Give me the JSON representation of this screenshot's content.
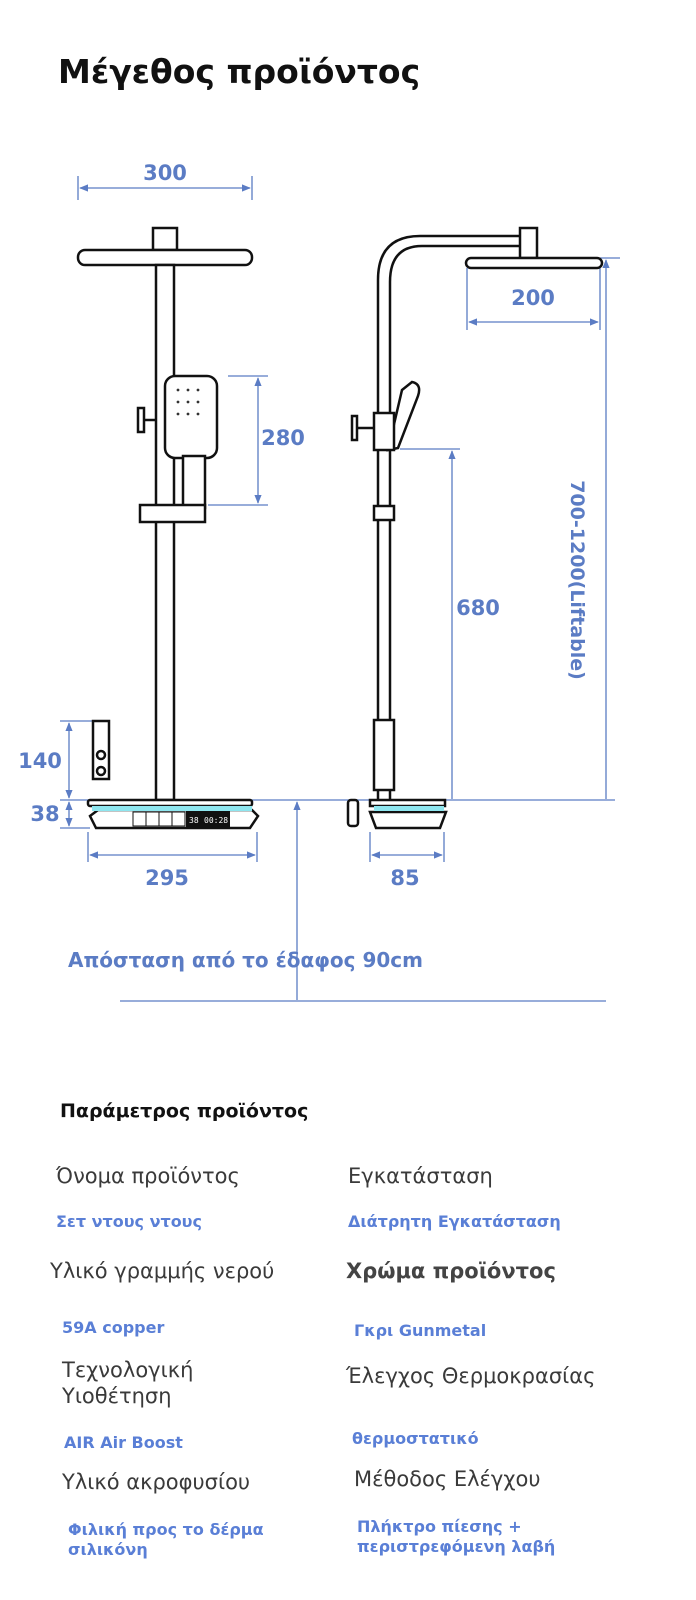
{
  "title": "Μέγεθος προϊόντος",
  "diagram": {
    "head_width_front": "300",
    "handshower_height": "280",
    "side_handheld_height": "140",
    "base_height": "38",
    "base_width": "295",
    "head_width_side": "200",
    "pole_height_range": "700-1200(Liftable)",
    "handshower_to_base": "680",
    "base_depth": "85",
    "display_temp": "38",
    "display_time": "00:28",
    "floor_distance": "Απόσταση από το έδαφος 90cm"
  },
  "colors": {
    "dimension": "#5b7cc4",
    "value": "#5a7fd6",
    "accent_light": "#8ee6ef"
  },
  "params": {
    "title": "Παράμετρος προϊόντος",
    "items": [
      {
        "label": "Όνομα προϊόντος",
        "value": "Σετ ντους ντους"
      },
      {
        "label": "Εγκατάσταση",
        "value": "Διάτρητη Εγκατάσταση"
      },
      {
        "label": "Υλικό γραμμής νερού",
        "value": "59A copper"
      },
      {
        "label": "Χρώμα προϊόντος",
        "value": "Γκρι Gunmetal"
      },
      {
        "label": "Τεχνολογική Υιοθέτηση",
        "value": "AIR Air Boost"
      },
      {
        "label": "Έλεγχος Θερμοκρασίας",
        "value": "θερμοστατικό"
      },
      {
        "label": "Υλικό ακροφυσίου",
        "value": "Φιλική προς το δέρμα σιλικόνη"
      },
      {
        "label": "Μέθοδος Ελέγχου",
        "value": "Πλήκτρο πίεσης + περιστρεφόμενη λαβή"
      }
    ]
  }
}
